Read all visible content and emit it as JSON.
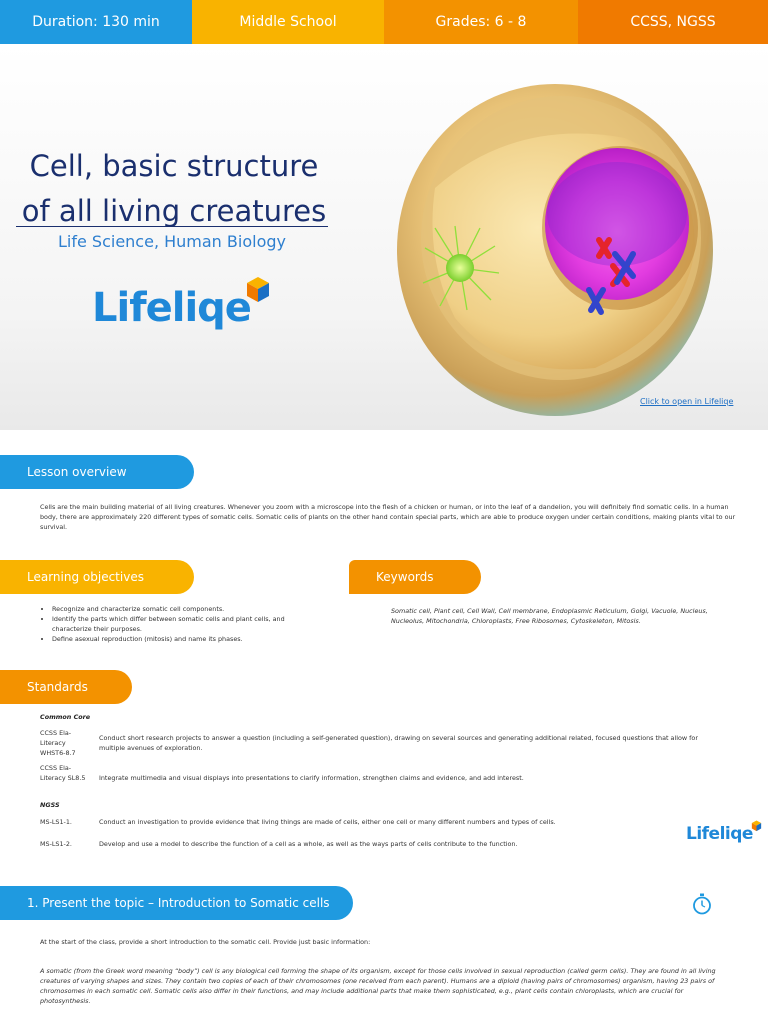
{
  "topbar": {
    "duration": "Duration: 130 min",
    "level": "Middle School",
    "grades": "Grades: 6 - 8",
    "standards": "CCSS, NGSS",
    "colors": [
      "#1f9ae0",
      "#f9b300",
      "#f39200",
      "#f07a00"
    ]
  },
  "hero": {
    "title_line1": "Cell, basic structure",
    "title_line2": "of all living creatures",
    "subtitle": "Life Science, Human Biology",
    "brand": "Lifeliqe",
    "link": "Click to open in Lifeliqe"
  },
  "overview": {
    "heading": "Lesson overview",
    "text": "Cells are the main building material of all living creatures. Whenever you zoom with a microscope into the flesh of a chicken or human, or into the leaf of a dandelion, you will definitely find somatic cells. In a human body, there are approximately 220 different types of somatic cells. Somatic cells of plants on the other hand contain special parts, which are able to produce oxygen under certain conditions, making plants vital to our survival."
  },
  "objectives": {
    "heading": "Learning objectives",
    "items": [
      "Recognize and characterize somatic cell components.",
      "Identify the parts which differ between somatic cells and plant cells, and characterize their purposes.",
      "Define asexual reproduction (mitosis) and name its phases."
    ]
  },
  "keywords": {
    "heading": "Keywords",
    "text": "Somatic cell, Plant cell, Cell Wall, Cell membrane, Endoplasmic Reticulum, Golgi, Vacuole, Nucleus, Nucleolus, Mitochondria, Chloroplasts, Free Ribosomes, Cytoskeleton, Mitosis."
  },
  "standards": {
    "heading": "Standards",
    "common_core_label": "Common Core",
    "common_core": [
      {
        "code": "CCSS Ela-Literacy WHST6-8.7",
        "desc": "Conduct short research projects to answer a question (including a self-generated question), drawing on several sources and generating additional related, focused questions that allow for multiple avenues of exploration."
      },
      {
        "code": "CCSS Ela-Literacy SL8.5",
        "desc": "Integrate multimedia and visual displays into presentations to clarify information, strengthen claims and evidence, and add interest."
      }
    ],
    "ngss_label": "NGSS",
    "ngss": [
      {
        "code": "MS-LS1-1.",
        "desc": "Conduct an investigation to provide evidence that living things are made of cells, either one cell or many different numbers and types of cells."
      },
      {
        "code": "MS-LS1-2.",
        "desc": "Develop and use a model to describe the function of a cell as a whole, as well as the ways parts of cells contribute to the function."
      }
    ],
    "brand": "Lifeliqe"
  },
  "section1": {
    "heading": "1. Present the topic – Introduction to Somatic cells",
    "intro": "At the start of the class, provide a short introduction to the somatic cell. Provide just basic information:",
    "italic_text": "A somatic (from the Greek word meaning “body”) cell is any biological cell forming the shape of its organism, except for those cells involved in sexual reproduction (called germ cells). They are found in all living creatures of varying shapes and sizes. They contain two copies of each of their chromosomes (one received from each parent). Humans are a diploid (having pairs of chromosomes) organism, having 23 pairs of chromosomes in each somatic cell. Somatic cells also differ in their functions, and may include additional parts that make them sophisticated, e.g., plant cells contain chloroplasts, which are crucial for photosynthesis."
  },
  "colors": {
    "blue": "#1f9ae0",
    "yellow": "#f9b300",
    "orange": "#f39200",
    "navy": "#1a2f6e"
  }
}
